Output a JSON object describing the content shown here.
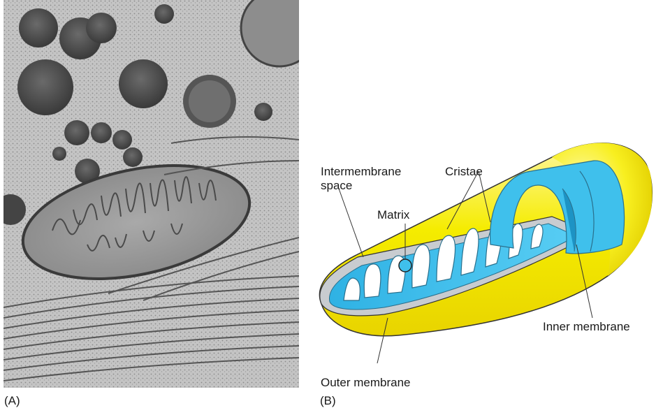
{
  "panels": {
    "a": {
      "label": "(A)"
    },
    "b": {
      "label": "(B)"
    }
  },
  "labels": {
    "intermembrane_line1": "Intermembrane",
    "intermembrane_line2": "space",
    "matrix": "Matrix",
    "cristae": "Cristae",
    "inner_membrane": "Inner membrane",
    "outer_membrane": "Outer membrane"
  },
  "colors": {
    "outer_membrane": "#f5ec00",
    "matrix": "#3fc0ec",
    "matrix_dark": "#1d93c4",
    "intermembrane": "#c8ccd0",
    "micrograph_bg": "#c9c9c9"
  }
}
